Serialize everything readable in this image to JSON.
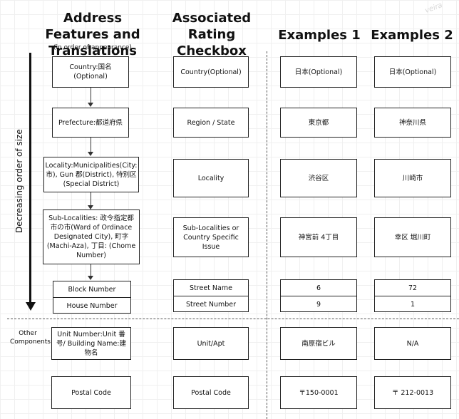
{
  "headers": {
    "col1": "Address Features and Translations",
    "col1_note": "(in order of appearance)",
    "col2": "Associated Rating Checkbox",
    "col3": "Examples 1",
    "col4": "Examples 2"
  },
  "side_label": "Decreasing order of size",
  "other_label": "Other Components",
  "watermark": "veira",
  "features": {
    "country": "Country:国名 (Optional)",
    "prefecture": "Prefecture:都道府県",
    "locality": "Locality:Municipalities(City:市), Gun 郡(District), 特別区(Special District)",
    "sublocalities": "Sub-Localities: 政令指定都市の市(Ward of Ordinace Designated City), 町字(Machi-Aza), 丁目: (Chome Number)",
    "block": "Block Number",
    "house": "House Number",
    "unit": "Unit Number:Unit 番号/ Building Name:建物名",
    "postal": "Postal Code"
  },
  "ratings": {
    "country": "Country(Optional)",
    "region": "Region / State",
    "locality": "Locality",
    "sublocalities": "Sub-Localities or Country Specific Issue",
    "street_name": "Street Name",
    "street_number": "Street Number",
    "unit": "Unit/Apt",
    "postal": "Postal Code"
  },
  "examples1": {
    "country": "日本(Optional)",
    "prefecture": "東京都",
    "locality": "渋谷区",
    "sublocalities": "神宮前 4丁目",
    "block": "6",
    "house": "9",
    "unit": "南原宿ビル",
    "postal": "〒150-0001"
  },
  "examples2": {
    "country": "日本(Optional)",
    "prefecture": "神奈川県",
    "locality": "川崎市",
    "sublocalities": "幸区 堀川町",
    "block": "72",
    "house": "1",
    "unit": "N/A",
    "postal": "〒 212-0013"
  }
}
